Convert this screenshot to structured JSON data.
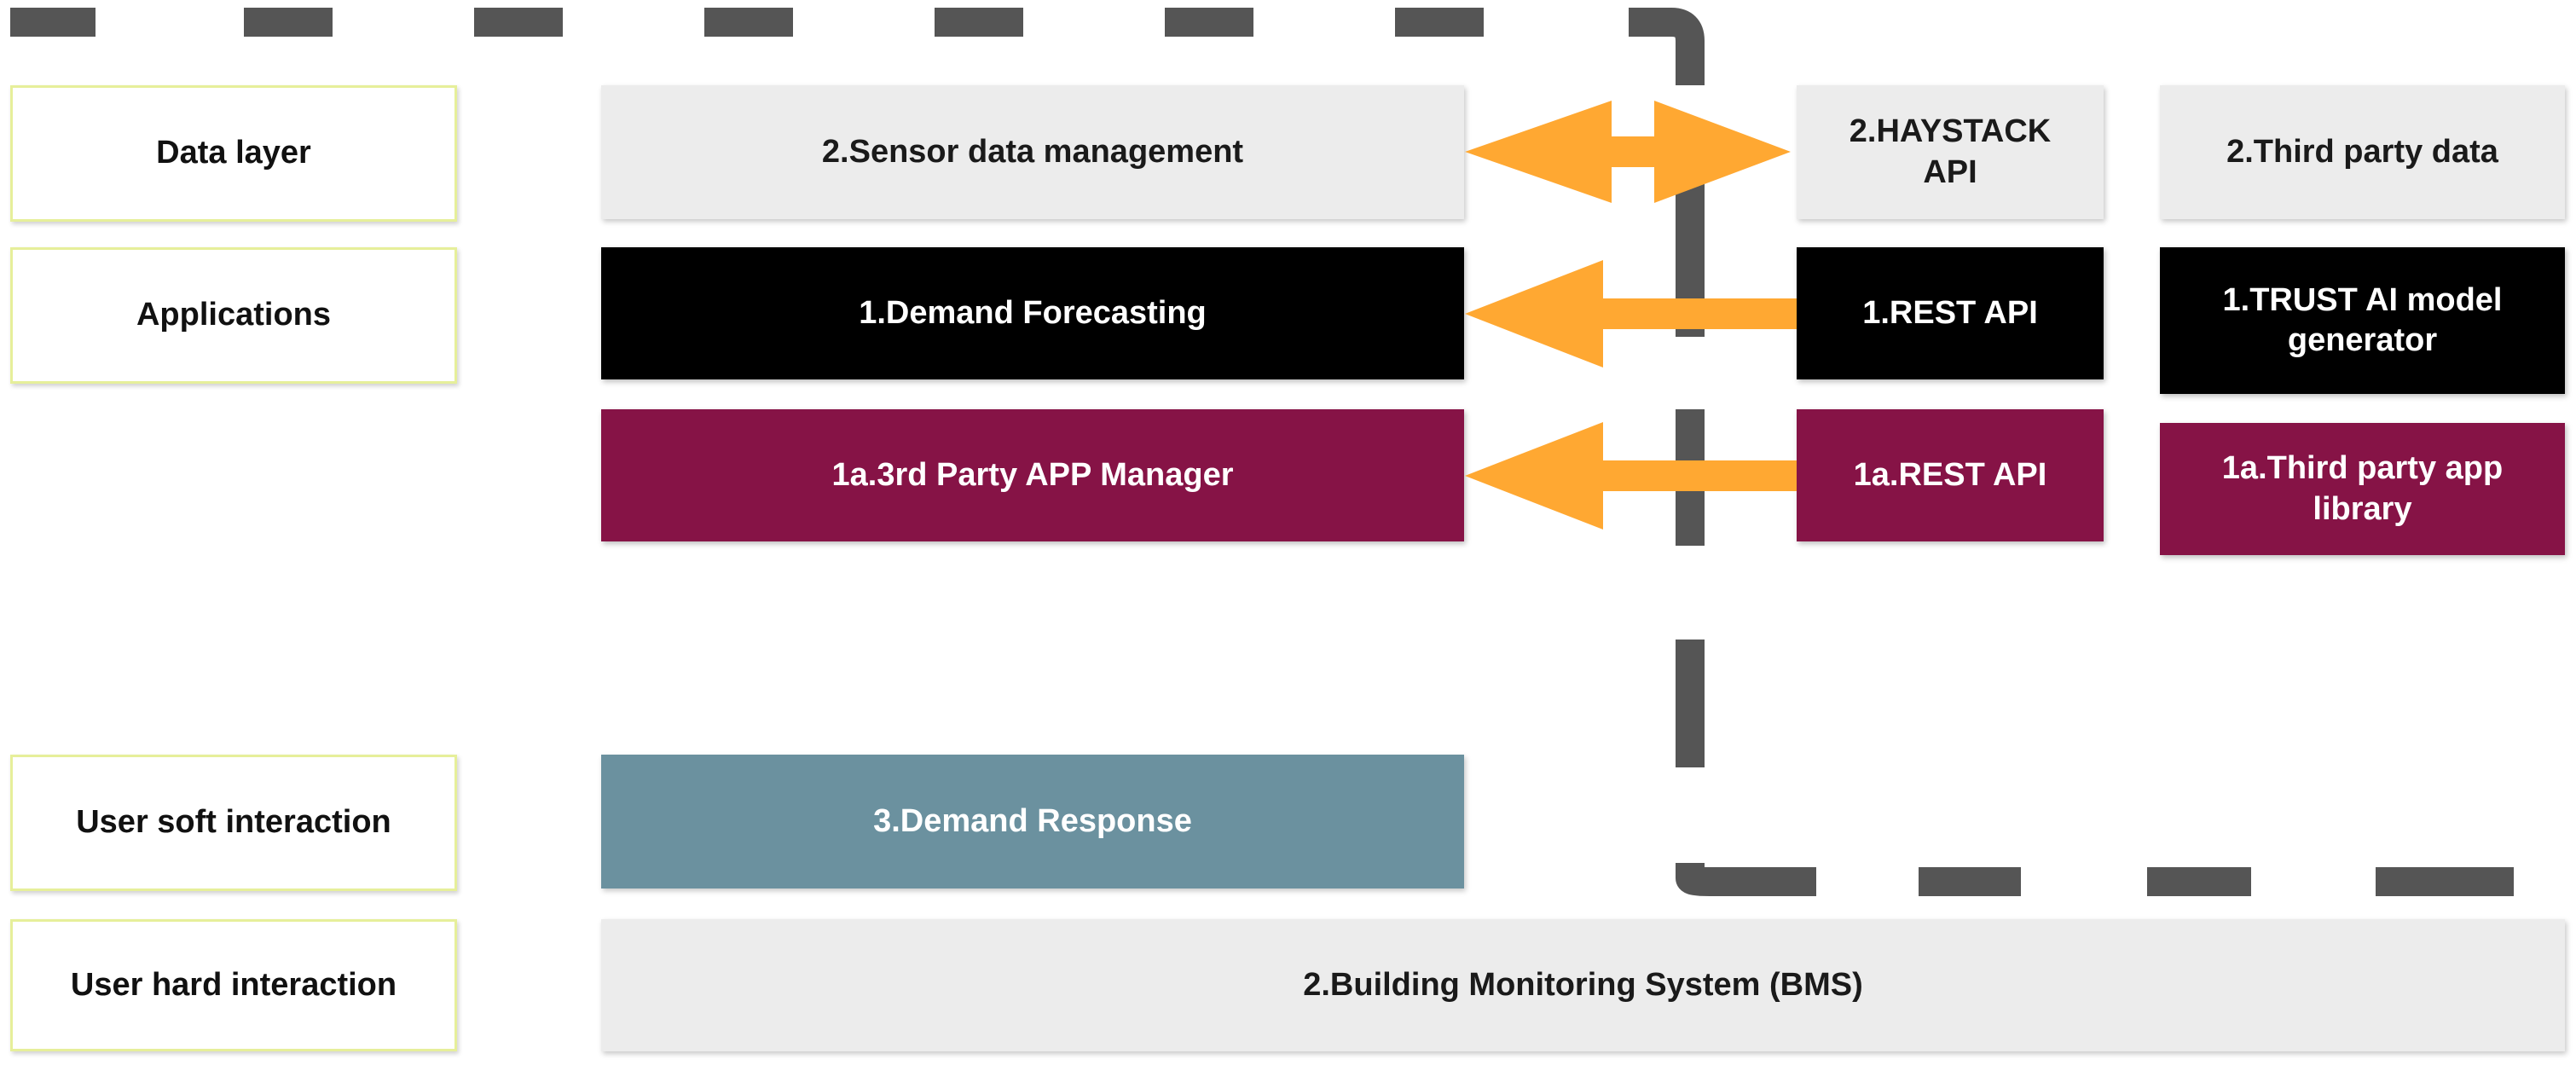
{
  "rows": {
    "data_layer": "Data layer",
    "applications": "Applications",
    "user_soft_interaction": "User soft interaction",
    "user_hard_interaction": "User hard interaction"
  },
  "components": {
    "sensor_data_management": "2.Sensor data management",
    "haystack_api": "2.HAYSTACK API",
    "third_party_data": "2.Third party data",
    "demand_forecasting": "1.Demand Forecasting",
    "rest_api": "1.REST API",
    "trust_ai_model_generator": "1.TRUST AI model generator",
    "third_party_app_manager": "1a.3rd Party APP Manager",
    "rest_api_1a": "1a.REST API",
    "third_party_app_library": "1a.Third party app library",
    "demand_response": "3.Demand Response",
    "bms": "2.Building Monitoring System (BMS)"
  },
  "colors": {
    "application_black": "#000000",
    "app_manager_maroon": "#861346",
    "data_grey": "#ececec",
    "demand_response_teal": "#6b919f",
    "arrow_orange": "#ffa832",
    "boundary_dash": "#555555",
    "row_label_border": "#e6ef9a"
  }
}
